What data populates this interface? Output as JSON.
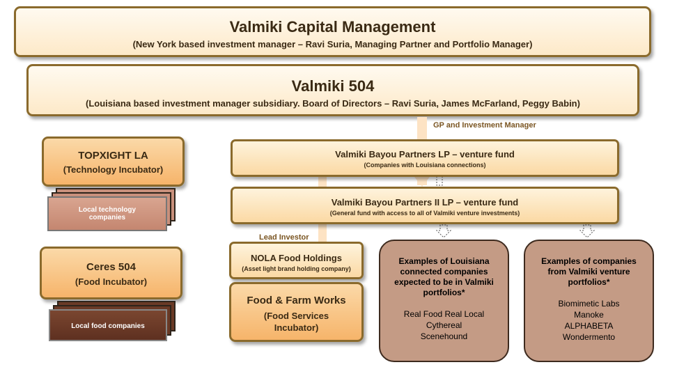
{
  "top": {
    "title": "Valmiki Capital Management",
    "subtitle": "(New York based investment manager – Ravi Suria, Managing Partner  and Portfolio Manager)"
  },
  "v504": {
    "title": "Valmiki 504",
    "subtitle": "(Louisiana based investment manager subsidiary. Board of Directors – Ravi Suria, James McFarland, Peggy Babin)"
  },
  "gp_label": "GP and Investment Manager",
  "lead_label": "Lead Investor",
  "topxight": {
    "title": "TOPXIGHT LA",
    "subtitle": "(Technology Incubator)",
    "stack_label": "Local technology companies"
  },
  "ceres": {
    "title": "Ceres 504",
    "subtitle": "(Food Incubator)",
    "stack_label": "Local food companies"
  },
  "bayou1": {
    "title": "Valmiki Bayou Partners LP – venture fund",
    "subtitle": "(Companies with Louisiana connections)"
  },
  "bayou2": {
    "title": "Valmiki Bayou Partners II LP – venture fund",
    "subtitle": "(General fund with access  to all of Valmiki venture  investments)"
  },
  "nola": {
    "title": "NOLA Food Holdings",
    "subtitle": "(Asset light brand holding company)"
  },
  "food_farm": {
    "title": "Food & Farm Works",
    "subtitle1": "(Food Services",
    "subtitle2": "Incubator)"
  },
  "la_examples": {
    "heading": "Examples of Louisiana connected companies expected to be in Valmiki portfolios*",
    "items": [
      "Real Food Real Local",
      "Cythereal",
      "Scenehound"
    ]
  },
  "venture_examples": {
    "heading": "Examples of companies from Valmiki venture portfolios*",
    "items": [
      "Biomimetic  Labs",
      "Manoke",
      "ALPHABETA",
      "Wondermento"
    ]
  },
  "colors": {
    "brown_box": "#c49b85",
    "stack_pink": "#c9907c",
    "stack_brown": "#6a3a26",
    "orange": "#f6b46a",
    "label": "#7a5522"
  }
}
